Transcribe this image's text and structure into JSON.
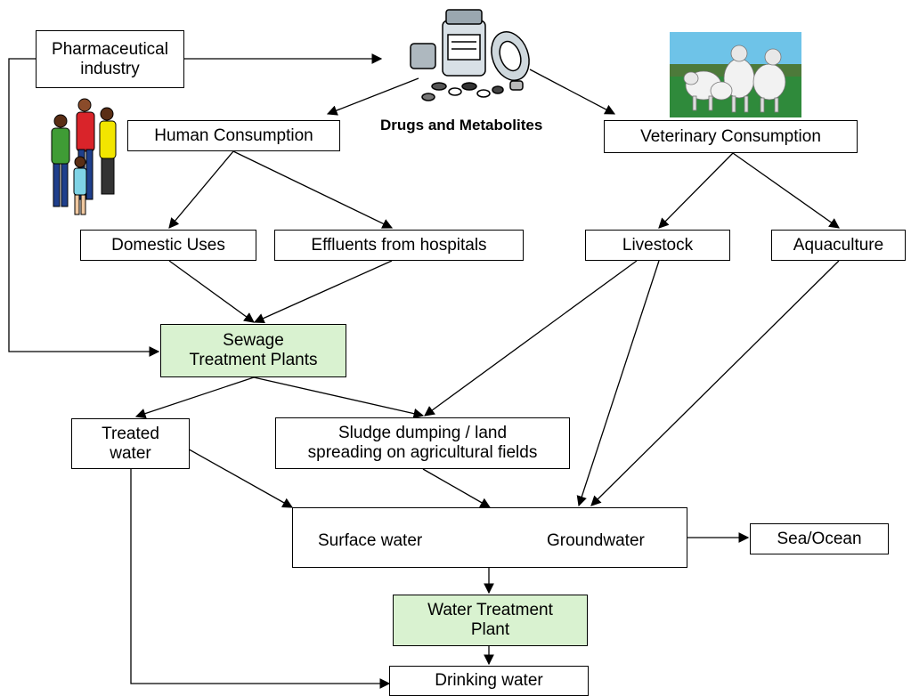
{
  "boxes": {
    "pharma": "Pharmaceutical\nindustry",
    "human": "Human Consumption",
    "veterinary": "Veterinary Consumption",
    "domestic": "Domestic Uses",
    "hospitals": "Effluents from hospitals",
    "livestock": "Livestock",
    "aquaculture": "Aquaculture",
    "sewage": "Sewage\nTreatment Plants",
    "treated": "Treated\nwater",
    "sludge": "Sludge dumping / land\nspreading on agricultural fields",
    "surface": "Surface water",
    "groundwater": "Groundwater",
    "sea": "Sea/Ocean",
    "wtp": "Water Treatment\nPlant",
    "drinking": "Drinking water"
  },
  "drugs_label": "Drugs and Metabolites",
  "images": {
    "drugs": "pill-bottle-and-tablets-clipart",
    "family": "family-of-people-clipart",
    "sheep": "sheep-in-field-clipart"
  },
  "colors": {
    "green_fill": "#d9f2d0",
    "stroke": "#000000"
  }
}
